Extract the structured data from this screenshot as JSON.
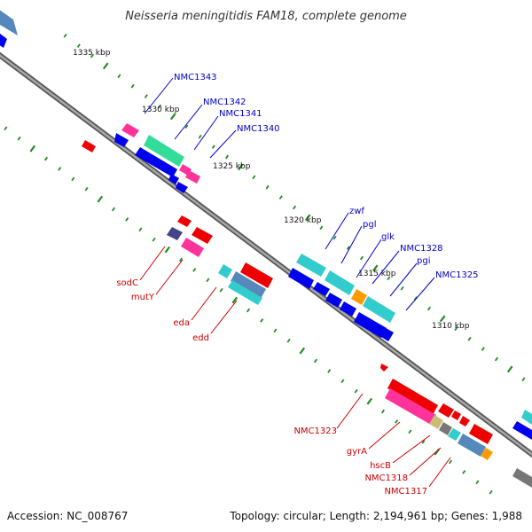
{
  "title": "Neisseria meningitidis FAM18, complete genome",
  "footer": {
    "accession": "Accession: NC_008767",
    "summary": "Topology: circular; Length: 2,194,961 bp; Genes: 1,988"
  },
  "scale_labels": [
    "1335 kbp",
    "1330 kbp",
    "1325 kbp",
    "1320 kbp",
    "1315 kbp",
    "1310 kbp"
  ],
  "gene_labels_top": [
    "NMC1343",
    "NMC1342",
    "NMC1341",
    "NMC1340",
    "zwf",
    "pgl",
    "glk",
    "NMC1328",
    "pgi",
    "NMC1325"
  ],
  "gene_labels_bottom": [
    "sodC",
    "mutY",
    "eda",
    "edd",
    "NMC1323",
    "gyrA",
    "hscB",
    "NMC1318",
    "NMC1317"
  ],
  "colors": {
    "blue_label": "#0000cc",
    "red_label": "#cc0000",
    "backbone": "#888888",
    "tick": "#228b22",
    "feature_blue": "#0000ee",
    "feature_red": "#ee0000",
    "feature_pink": "#ff3399",
    "feature_cyan": "#33cccc",
    "feature_green": "#33dd99",
    "feature_orange": "#ff9900",
    "feature_steel": "#5588bb",
    "feature_navy": "#444488",
    "feature_tan": "#ccbb77",
    "feature_gray": "#777777"
  }
}
